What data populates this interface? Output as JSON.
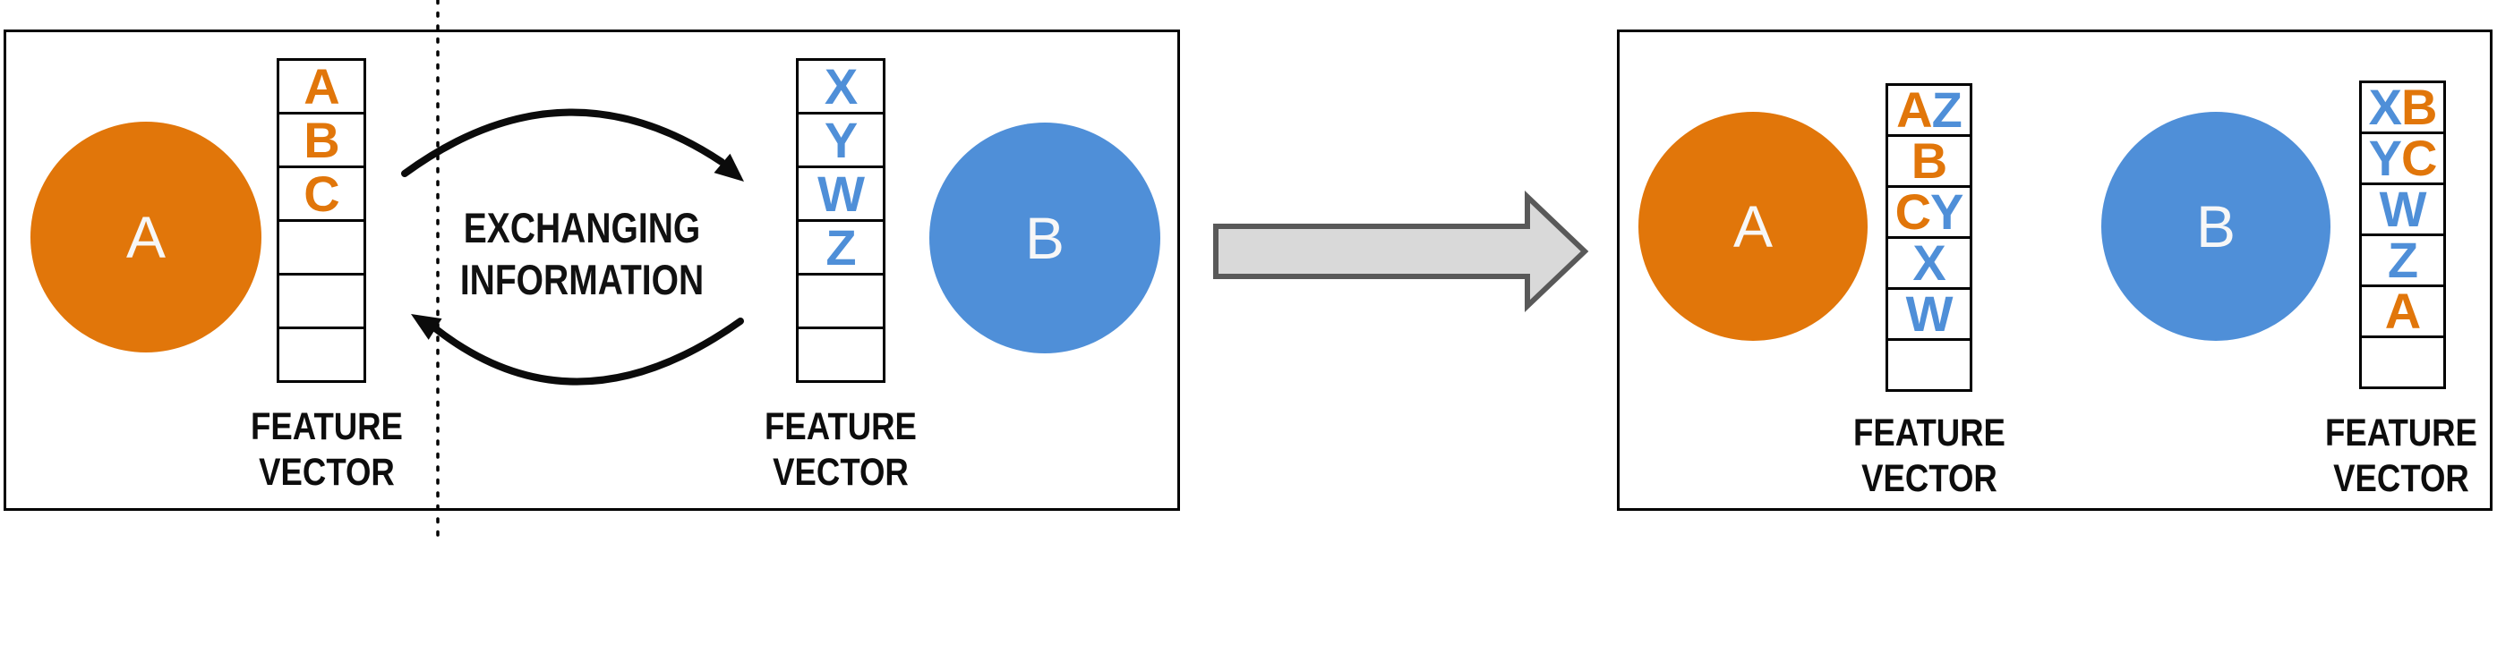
{
  "colors": {
    "orange": "#e1760a",
    "blue": "#4f8fd8",
    "outline": "#000000",
    "text": "#0d0d0d",
    "node_text": "#f7f7f7",
    "arrow_fill": "#d9d9d9",
    "arrow_stroke": "#595959"
  },
  "icons": {
    "exchange_arrows": "circular-exchange-arrows",
    "transform_arrow": "right-block-arrow",
    "divider": "vertical-dotted-divider"
  },
  "left_panel": {
    "node_a_label": "A",
    "node_a_color": "orange",
    "node_b_label": "B",
    "node_b_color": "blue",
    "exchange_line1": "EXCHANGING",
    "exchange_line2": "INFORMATION",
    "vector_a": {
      "label_line1": "FEATURE",
      "label_line2": "VECTOR",
      "cells": [
        {
          "letters": [
            {
              "char": "A",
              "color": "orange"
            }
          ]
        },
        {
          "letters": [
            {
              "char": "B",
              "color": "orange"
            }
          ]
        },
        {
          "letters": [
            {
              "char": "C",
              "color": "orange"
            }
          ]
        },
        {
          "letters": []
        },
        {
          "letters": []
        },
        {
          "letters": []
        }
      ]
    },
    "vector_b": {
      "label_line1": "FEATURE",
      "label_line2": "VECTOR",
      "cells": [
        {
          "letters": [
            {
              "char": "X",
              "color": "blue"
            }
          ]
        },
        {
          "letters": [
            {
              "char": "Y",
              "color": "blue"
            }
          ]
        },
        {
          "letters": [
            {
              "char": "W",
              "color": "blue"
            }
          ]
        },
        {
          "letters": [
            {
              "char": "Z",
              "color": "blue"
            }
          ]
        },
        {
          "letters": []
        },
        {
          "letters": []
        }
      ]
    }
  },
  "right_panel": {
    "node_a_label": "A",
    "node_a_color": "orange",
    "node_b_label": "B",
    "node_b_color": "blue",
    "vector_a": {
      "label_line1": "FEATURE",
      "label_line2": "VECTOR",
      "cells": [
        {
          "letters": [
            {
              "char": "A",
              "color": "orange"
            },
            {
              "char": "Z",
              "color": "blue"
            }
          ]
        },
        {
          "letters": [
            {
              "char": "B",
              "color": "orange"
            }
          ]
        },
        {
          "letters": [
            {
              "char": "C",
              "color": "orange"
            },
            {
              "char": "Y",
              "color": "blue"
            }
          ]
        },
        {
          "letters": [
            {
              "char": "X",
              "color": "blue"
            }
          ]
        },
        {
          "letters": [
            {
              "char": "W",
              "color": "blue"
            }
          ]
        },
        {
          "letters": []
        }
      ]
    },
    "vector_b": {
      "label_line1": "FEATURE",
      "label_line2": "VECTOR",
      "cells": [
        {
          "letters": [
            {
              "char": "X",
              "color": "blue"
            },
            {
              "char": "B",
              "color": "orange"
            }
          ]
        },
        {
          "letters": [
            {
              "char": "Y",
              "color": "blue"
            },
            {
              "char": "C",
              "color": "orange"
            }
          ]
        },
        {
          "letters": [
            {
              "char": "W",
              "color": "blue"
            }
          ]
        },
        {
          "letters": [
            {
              "char": "Z",
              "color": "blue"
            }
          ]
        },
        {
          "letters": [
            {
              "char": "A",
              "color": "orange"
            }
          ]
        },
        {
          "letters": []
        }
      ]
    }
  }
}
